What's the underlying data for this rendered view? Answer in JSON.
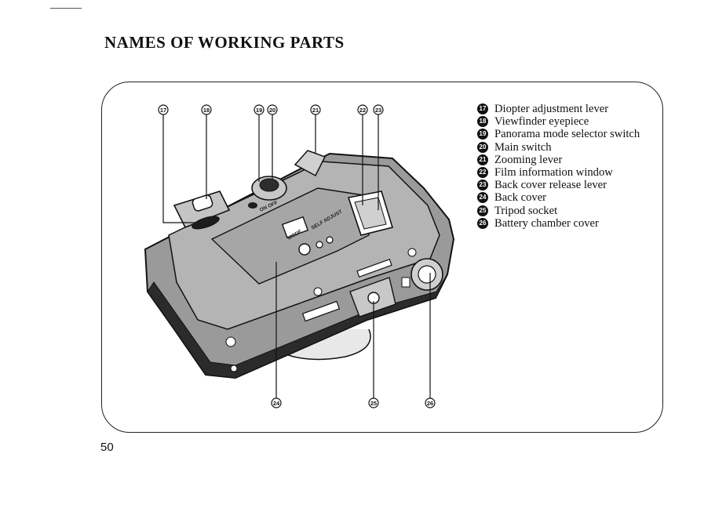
{
  "page": {
    "title": "NAMES OF WORKING PARTS",
    "page_number": "50"
  },
  "camera_labels": {
    "mode": "MODE",
    "self_adjust": "SELF ADJUST",
    "main_switch": "ON OFF"
  },
  "callouts": {
    "c17": "17",
    "c18": "18",
    "c19": "19",
    "c20": "20",
    "c21": "21",
    "c22": "22",
    "c23": "23",
    "c24": "24",
    "c25": "25",
    "c26": "26"
  },
  "parts": [
    {
      "number": "17",
      "name": "Diopter adjustment lever"
    },
    {
      "number": "18",
      "name": "Viewfinder eyepiece"
    },
    {
      "number": "19",
      "name": "Panorama mode selector switch"
    },
    {
      "number": "20",
      "name": "Main switch"
    },
    {
      "number": "21",
      "name": "Zooming lever"
    },
    {
      "number": "22",
      "name": "Film information window"
    },
    {
      "number": "23",
      "name": "Back cover release lever"
    },
    {
      "number": "24",
      "name": "Back cover"
    },
    {
      "number": "25",
      "name": "Tripod socket"
    },
    {
      "number": "26",
      "name": "Battery chamber cover"
    }
  ]
}
